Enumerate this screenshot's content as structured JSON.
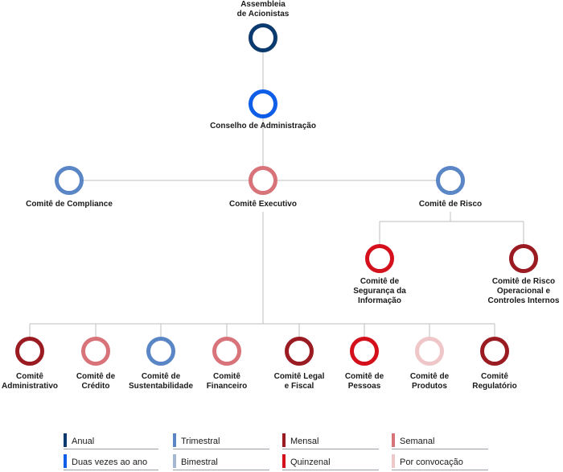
{
  "colors": {
    "anual": "#0b3a6e",
    "duas_vezes": "#0f5ee8",
    "trimestral": "#5a86c5",
    "bimestral": "#a4b8d3",
    "mensal": "#9b1b22",
    "quinzenal": "#d4101c",
    "semanal": "#d8737a",
    "por_convocacao": "#efc7c9",
    "connector": "#c9c9c9"
  },
  "nodes": {
    "assembleia": {
      "label": "Assembleia\nde Acionistas",
      "freq": "anual"
    },
    "conselho": {
      "label": "Conselho de Administração",
      "freq": "duas_vezes"
    },
    "compliance": {
      "label": "Comitê de Compliance",
      "freq": "trimestral"
    },
    "executivo": {
      "label": "Comitê Executivo",
      "freq": "semanal"
    },
    "risco": {
      "label": "Comitê de Risco",
      "freq": "trimestral"
    },
    "seguranca": {
      "label": "Comitê de\nSegurança da\nInformação",
      "freq": "quinzenal"
    },
    "risco_operacional": {
      "label": "Comitê de Risco\nOperacional e\nControles Internos",
      "freq": "mensal"
    },
    "administrativo": {
      "label": "Comitê\nAdministrativo",
      "freq": "mensal"
    },
    "credito": {
      "label": "Comitê de\nCrédito",
      "freq": "semanal"
    },
    "sustentabilidade": {
      "label": "Comitê de\nSustentabilidade",
      "freq": "trimestral"
    },
    "financeiro": {
      "label": "Comitê\nFinanceiro",
      "freq": "semanal"
    },
    "legal": {
      "label": "Comitê Legal\ne Fiscal",
      "freq": "mensal"
    },
    "pessoas": {
      "label": "Comitê de\nPessoas",
      "freq": "quinzenal"
    },
    "produtos": {
      "label": "Comitê de\nProdutos",
      "freq": "por_convocacao"
    },
    "regulatorio": {
      "label": "Comitê\nRegulatório",
      "freq": "mensal"
    }
  },
  "legend": [
    {
      "label": "Anual",
      "freq": "anual"
    },
    {
      "label": "Duas vezes ao ano",
      "freq": "duas_vezes"
    },
    {
      "label": "Trimestral",
      "freq": "trimestral"
    },
    {
      "label": "Bimestral",
      "freq": "bimestral"
    },
    {
      "label": "Mensal",
      "freq": "mensal"
    },
    {
      "label": "Quinzenal",
      "freq": "quinzenal"
    },
    {
      "label": "Semanal",
      "freq": "semanal"
    },
    {
      "label": "Por convocação",
      "freq": "por_convocacao"
    }
  ]
}
